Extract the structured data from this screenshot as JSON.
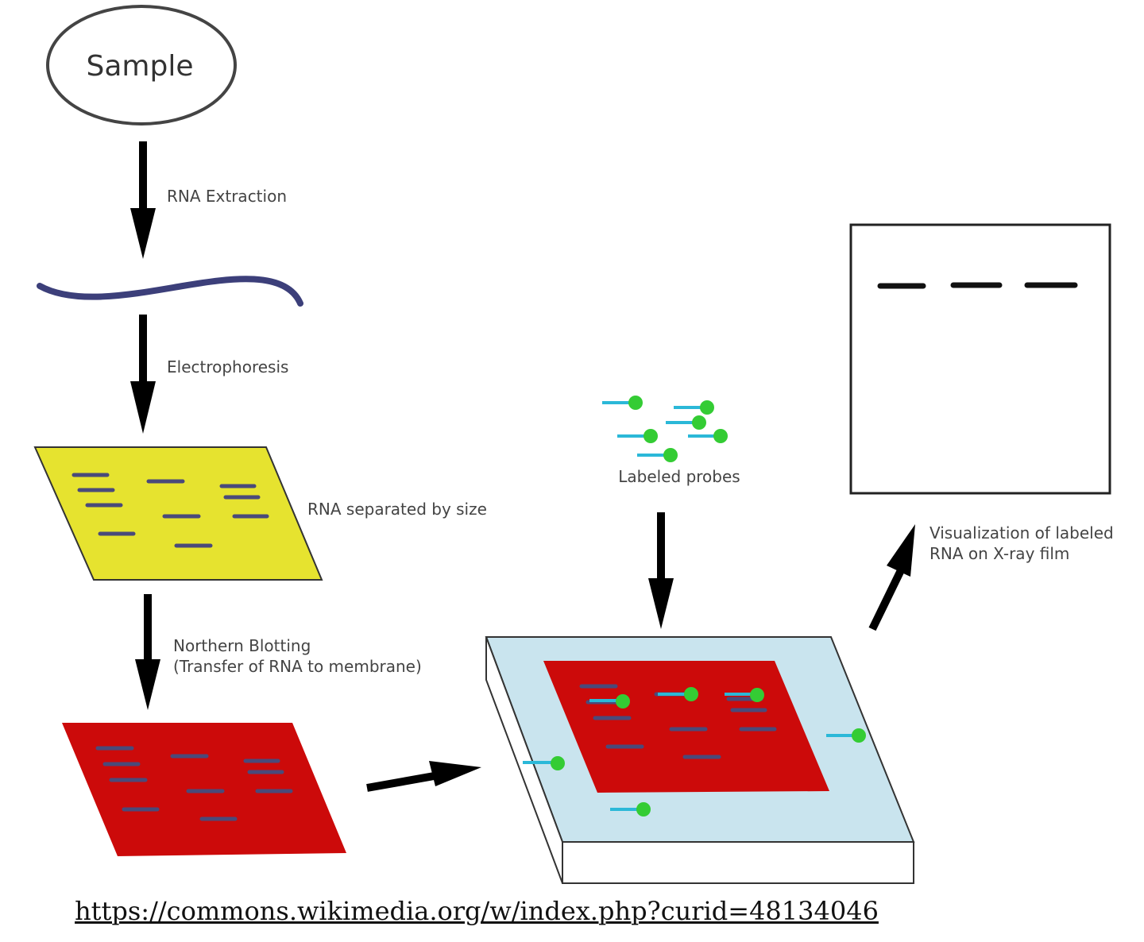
{
  "labels": {
    "sample": "Sample",
    "rna_extraction": "RNA Extraction",
    "electrophoresis": "Electrophoresis",
    "rna_separated": "RNA separated by size",
    "northern_blotting_line1": "Northern Blotting",
    "northern_blotting_line2": "(Transfer of RNA to membrane)",
    "labeled_probes": "Labeled probes",
    "visualization_line1": "Visualization of labeled",
    "visualization_line2": "RNA on X-ray film"
  },
  "source_link": "https://commons.wikimedia.org/w/index.php?curid=48134046",
  "colors": {
    "gel": "#e6e32f",
    "membrane": "#cc0a0a",
    "band": "#4a4a7a",
    "rna_strand": "#3c3f7a",
    "probe_stem": "#2bb8d8",
    "probe_head": "#34cc34",
    "tray": "#c9e4ee",
    "film_band": "#111111"
  },
  "icons": [
    "arrow-down-icon",
    "arrow-right-icon",
    "arrow-up-right-icon",
    "probe-icon"
  ]
}
